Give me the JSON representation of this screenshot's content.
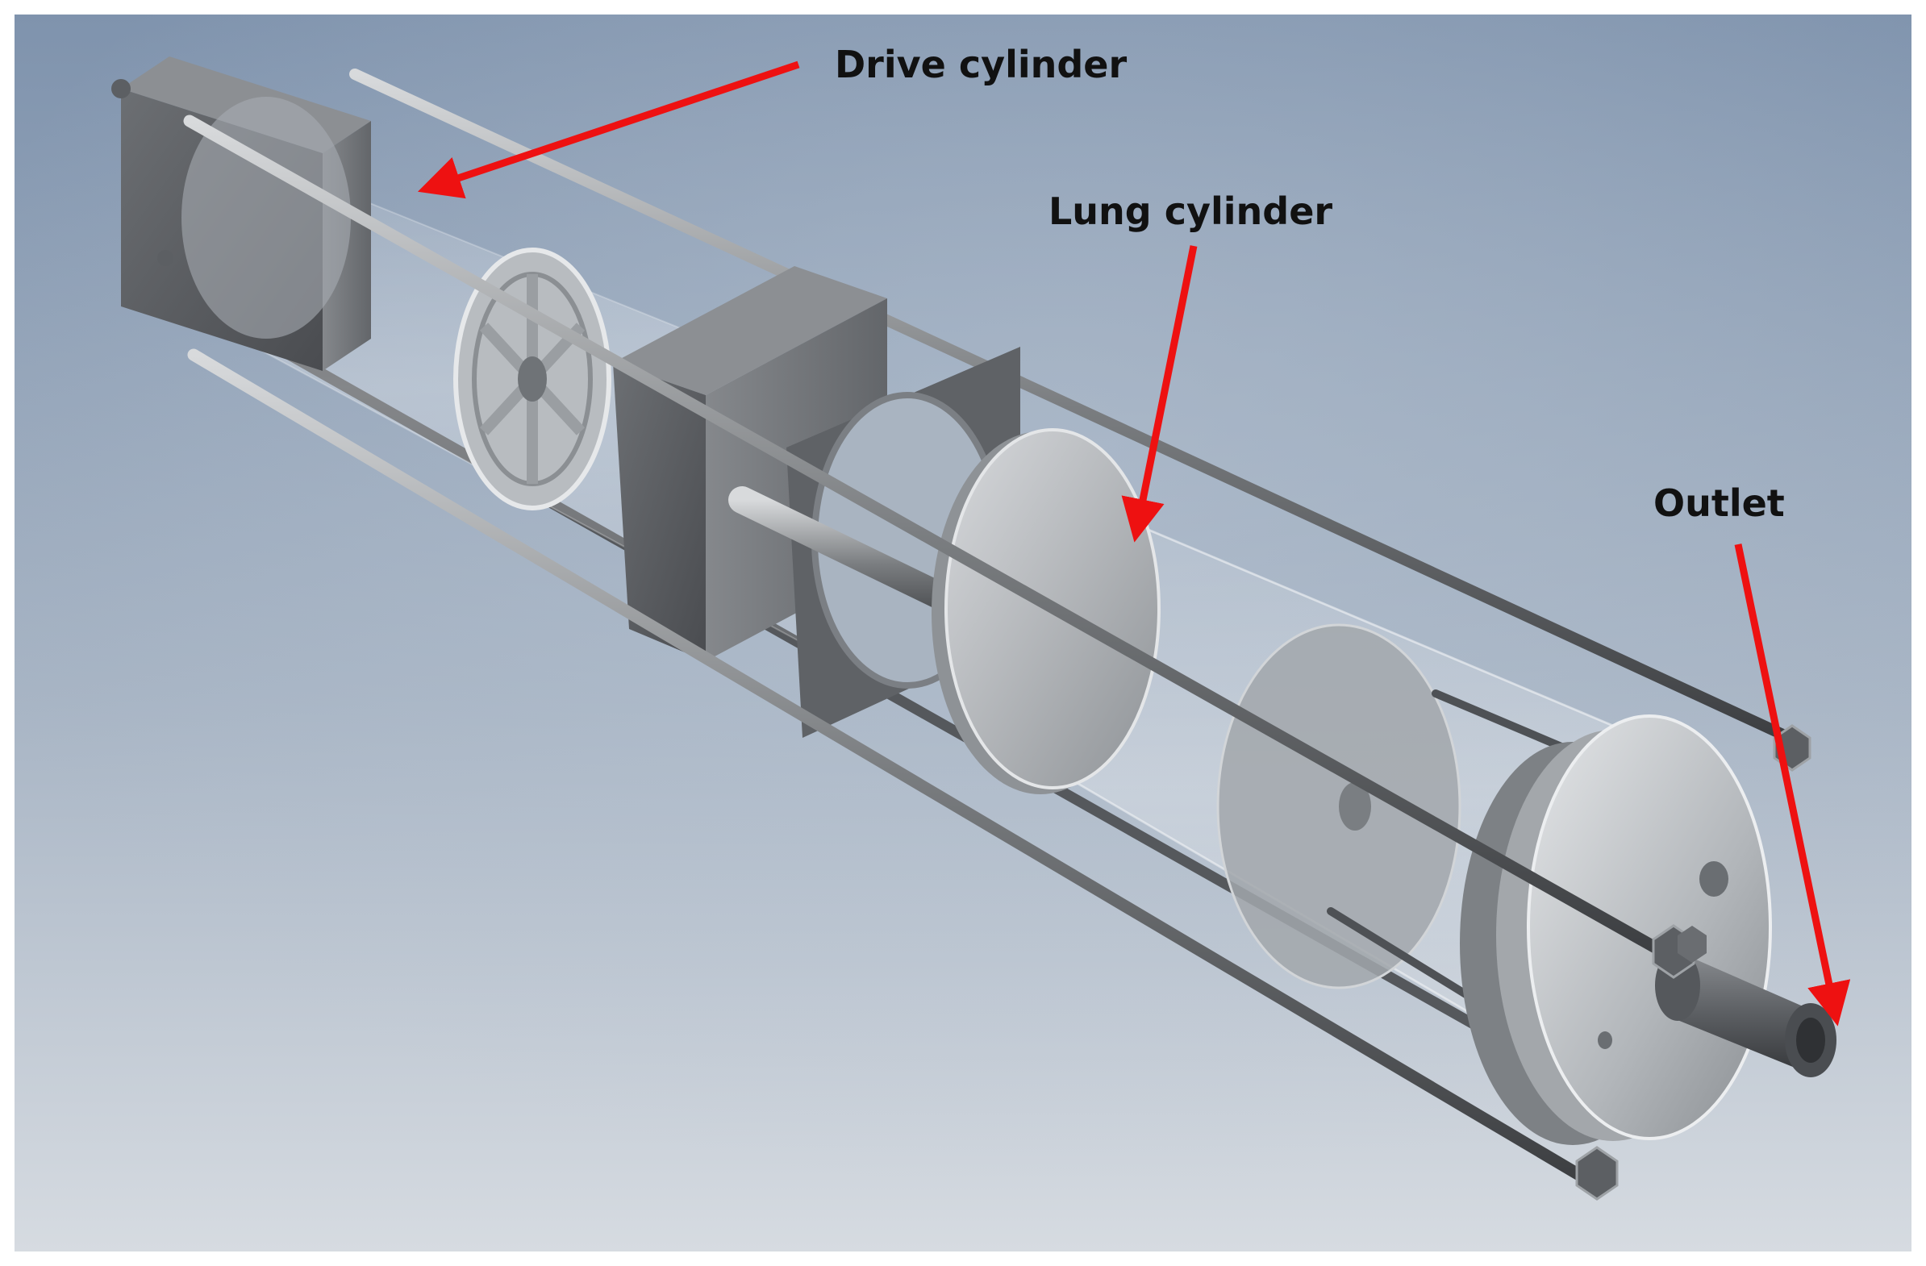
{
  "labels": {
    "drive_cylinder": "Drive cylinder",
    "lung_cylinder": "Lung cylinder",
    "outlet": "Outlet"
  },
  "colors": {
    "callout_arrow": "#ee1111",
    "label_text": "#111111",
    "background_top": "#7f93ad",
    "background_bottom": "#d6dbe1",
    "metal_dark": "#5b5e62",
    "metal_light": "#c9cdd1"
  }
}
